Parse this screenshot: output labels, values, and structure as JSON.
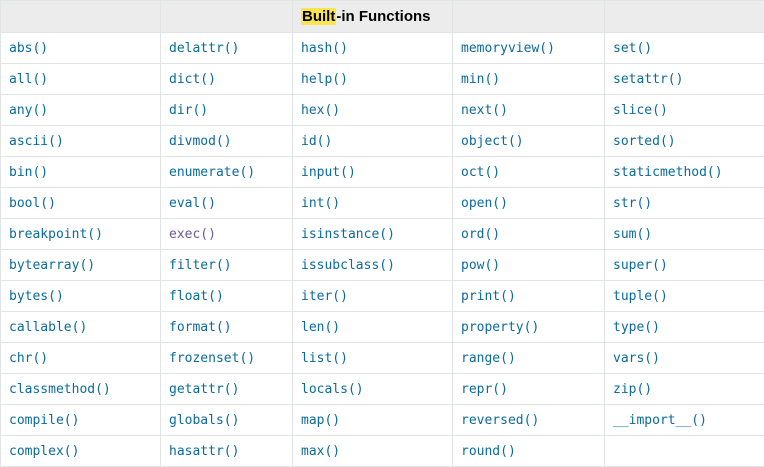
{
  "table": {
    "header": {
      "title_highlighted": "Built",
      "title_rest": "-in Functions",
      "highlight_color": "#fbe54e",
      "background_color": "#ececec",
      "empty_cells": [
        "",
        "",
        "",
        ""
      ]
    },
    "link_color": "#0b6a9c",
    "visited_link_color": "#6b5b9a",
    "border_color": "#e1e4e5",
    "columns": 5,
    "rows": [
      [
        {
          "label": "abs()",
          "visited": false
        },
        {
          "label": "delattr()",
          "visited": false
        },
        {
          "label": "hash()",
          "visited": false
        },
        {
          "label": "memoryview()",
          "visited": false
        },
        {
          "label": "set()",
          "visited": false
        }
      ],
      [
        {
          "label": "all()",
          "visited": false
        },
        {
          "label": "dict()",
          "visited": false
        },
        {
          "label": "help()",
          "visited": false
        },
        {
          "label": "min()",
          "visited": false
        },
        {
          "label": "setattr()",
          "visited": false
        }
      ],
      [
        {
          "label": "any()",
          "visited": false
        },
        {
          "label": "dir()",
          "visited": false
        },
        {
          "label": "hex()",
          "visited": false
        },
        {
          "label": "next()",
          "visited": false
        },
        {
          "label": "slice()",
          "visited": false
        }
      ],
      [
        {
          "label": "ascii()",
          "visited": false
        },
        {
          "label": "divmod()",
          "visited": false
        },
        {
          "label": "id()",
          "visited": false
        },
        {
          "label": "object()",
          "visited": false
        },
        {
          "label": "sorted()",
          "visited": false
        }
      ],
      [
        {
          "label": "bin()",
          "visited": false
        },
        {
          "label": "enumerate()",
          "visited": false
        },
        {
          "label": "input()",
          "visited": false
        },
        {
          "label": "oct()",
          "visited": false
        },
        {
          "label": "staticmethod()",
          "visited": false
        }
      ],
      [
        {
          "label": "bool()",
          "visited": false
        },
        {
          "label": "eval()",
          "visited": false
        },
        {
          "label": "int()",
          "visited": false
        },
        {
          "label": "open()",
          "visited": false
        },
        {
          "label": "str()",
          "visited": false
        }
      ],
      [
        {
          "label": "breakpoint()",
          "visited": false
        },
        {
          "label": "exec()",
          "visited": true
        },
        {
          "label": "isinstance()",
          "visited": false
        },
        {
          "label": "ord()",
          "visited": false
        },
        {
          "label": "sum()",
          "visited": false
        }
      ],
      [
        {
          "label": "bytearray()",
          "visited": false
        },
        {
          "label": "filter()",
          "visited": false
        },
        {
          "label": "issubclass()",
          "visited": false
        },
        {
          "label": "pow()",
          "visited": false
        },
        {
          "label": "super()",
          "visited": false
        }
      ],
      [
        {
          "label": "bytes()",
          "visited": false
        },
        {
          "label": "float()",
          "visited": false
        },
        {
          "label": "iter()",
          "visited": false
        },
        {
          "label": "print()",
          "visited": false
        },
        {
          "label": "tuple()",
          "visited": false
        }
      ],
      [
        {
          "label": "callable()",
          "visited": false
        },
        {
          "label": "format()",
          "visited": false
        },
        {
          "label": "len()",
          "visited": false
        },
        {
          "label": "property()",
          "visited": false
        },
        {
          "label": "type()",
          "visited": false
        }
      ],
      [
        {
          "label": "chr()",
          "visited": false
        },
        {
          "label": "frozenset()",
          "visited": false
        },
        {
          "label": "list()",
          "visited": false
        },
        {
          "label": "range()",
          "visited": false
        },
        {
          "label": "vars()",
          "visited": false
        }
      ],
      [
        {
          "label": "classmethod()",
          "visited": false
        },
        {
          "label": "getattr()",
          "visited": false
        },
        {
          "label": "locals()",
          "visited": false
        },
        {
          "label": "repr()",
          "visited": false
        },
        {
          "label": "zip()",
          "visited": false
        }
      ],
      [
        {
          "label": "compile()",
          "visited": false
        },
        {
          "label": "globals()",
          "visited": false
        },
        {
          "label": "map()",
          "visited": false
        },
        {
          "label": "reversed()",
          "visited": false
        },
        {
          "label": "__import__()",
          "visited": false
        }
      ],
      [
        {
          "label": "complex()",
          "visited": false
        },
        {
          "label": "hasattr()",
          "visited": false
        },
        {
          "label": "max()",
          "visited": false
        },
        {
          "label": "round()",
          "visited": false
        },
        {
          "label": "",
          "visited": false
        }
      ]
    ]
  }
}
